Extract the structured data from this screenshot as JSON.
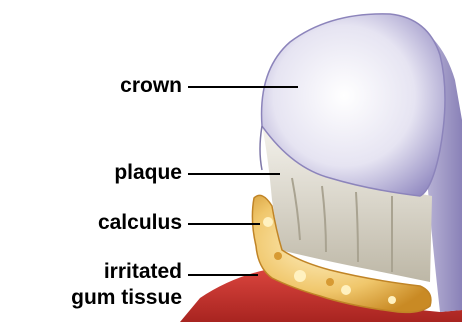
{
  "labels": {
    "crown": "crown",
    "plaque": "plaque",
    "calculus": "calculus",
    "gum_line1": "irritated",
    "gum_line2": "gum tissue"
  },
  "colors": {
    "crown": "#e9e8f3",
    "crown_shadow": "#9a92c4",
    "plaque": "#e7e4db",
    "calculus": "#f2cc7a",
    "gum": "#c8352f",
    "label_text": "#000000"
  }
}
